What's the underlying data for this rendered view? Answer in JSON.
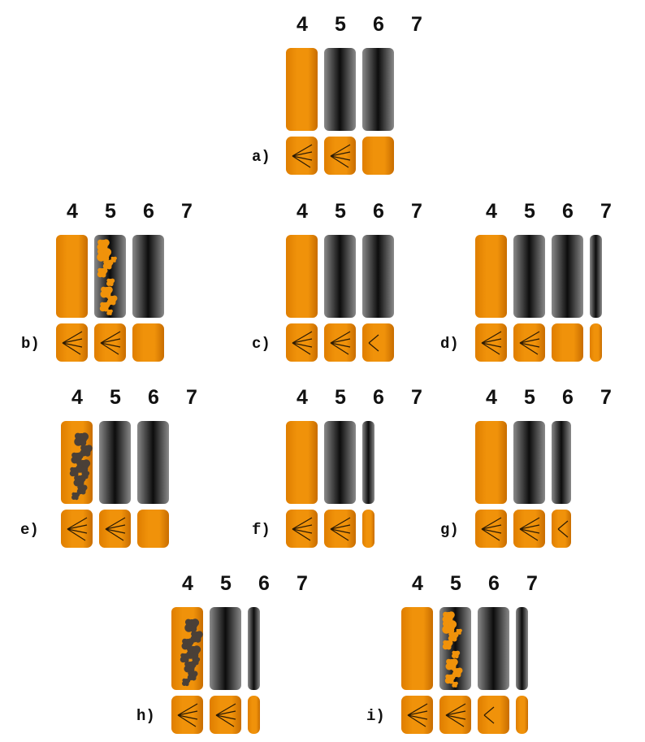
{
  "colors": {
    "orange": "#f0920a",
    "orange_edge": "#c86d00",
    "gray_edge": "#8a8a8a",
    "gray_core": "#0c0c0c",
    "spots_dark": "#4a4038",
    "spots_orange": "#f0920a"
  },
  "column_numbers": [
    "4",
    "5",
    "6",
    "7"
  ],
  "panels": [
    {
      "label": "a)",
      "columns": [
        {
          "kind": "orange",
          "width": "full",
          "lines": 4
        },
        {
          "kind": "gray",
          "width": "full",
          "lines": 4
        },
        {
          "kind": "gray",
          "width": "full",
          "lines": 0
        }
      ]
    },
    {
      "label": "b)",
      "columns": [
        {
          "kind": "orange",
          "width": "full",
          "lines": 4
        },
        {
          "kind": "gray",
          "width": "full",
          "lines": 4,
          "spots": "orange"
        },
        {
          "kind": "gray",
          "width": "full",
          "lines": 0
        }
      ]
    },
    {
      "label": "c)",
      "columns": [
        {
          "kind": "orange",
          "width": "full",
          "lines": 4
        },
        {
          "kind": "gray",
          "width": "full",
          "lines": 4
        },
        {
          "kind": "gray",
          "width": "full",
          "lines": 2
        }
      ]
    },
    {
      "label": "d)",
      "columns": [
        {
          "kind": "orange",
          "width": "full",
          "lines": 4
        },
        {
          "kind": "gray",
          "width": "full",
          "lines": 4
        },
        {
          "kind": "gray",
          "width": "full",
          "lines": 0
        },
        {
          "kind": "gray",
          "width": "narrow",
          "lines": 0
        }
      ]
    },
    {
      "label": "e)",
      "columns": [
        {
          "kind": "orange",
          "width": "full",
          "lines": 4,
          "spots": "dark"
        },
        {
          "kind": "gray",
          "width": "full",
          "lines": 4
        },
        {
          "kind": "gray",
          "width": "full",
          "lines": 0
        }
      ]
    },
    {
      "label": "f)",
      "columns": [
        {
          "kind": "orange",
          "width": "full",
          "lines": 4
        },
        {
          "kind": "gray",
          "width": "full",
          "lines": 4
        },
        {
          "kind": "gray",
          "width": "narrow",
          "lines": 0
        }
      ]
    },
    {
      "label": "g)",
      "columns": [
        {
          "kind": "orange",
          "width": "full",
          "lines": 4
        },
        {
          "kind": "gray",
          "width": "full",
          "lines": 4
        },
        {
          "kind": "gray",
          "width": "medium",
          "lines": 2
        }
      ]
    },
    {
      "label": "h)",
      "columns": [
        {
          "kind": "orange",
          "width": "full",
          "lines": 4,
          "spots": "dark"
        },
        {
          "kind": "gray",
          "width": "full",
          "lines": 4
        },
        {
          "kind": "gray",
          "width": "narrow",
          "lines": 0
        }
      ]
    },
    {
      "label": "i)",
      "columns": [
        {
          "kind": "orange",
          "width": "full",
          "lines": 4
        },
        {
          "kind": "gray",
          "width": "full",
          "lines": 4,
          "spots": "orange"
        },
        {
          "kind": "gray",
          "width": "full",
          "lines": 2
        },
        {
          "kind": "gray",
          "width": "narrow",
          "lines": 0
        }
      ]
    }
  ]
}
